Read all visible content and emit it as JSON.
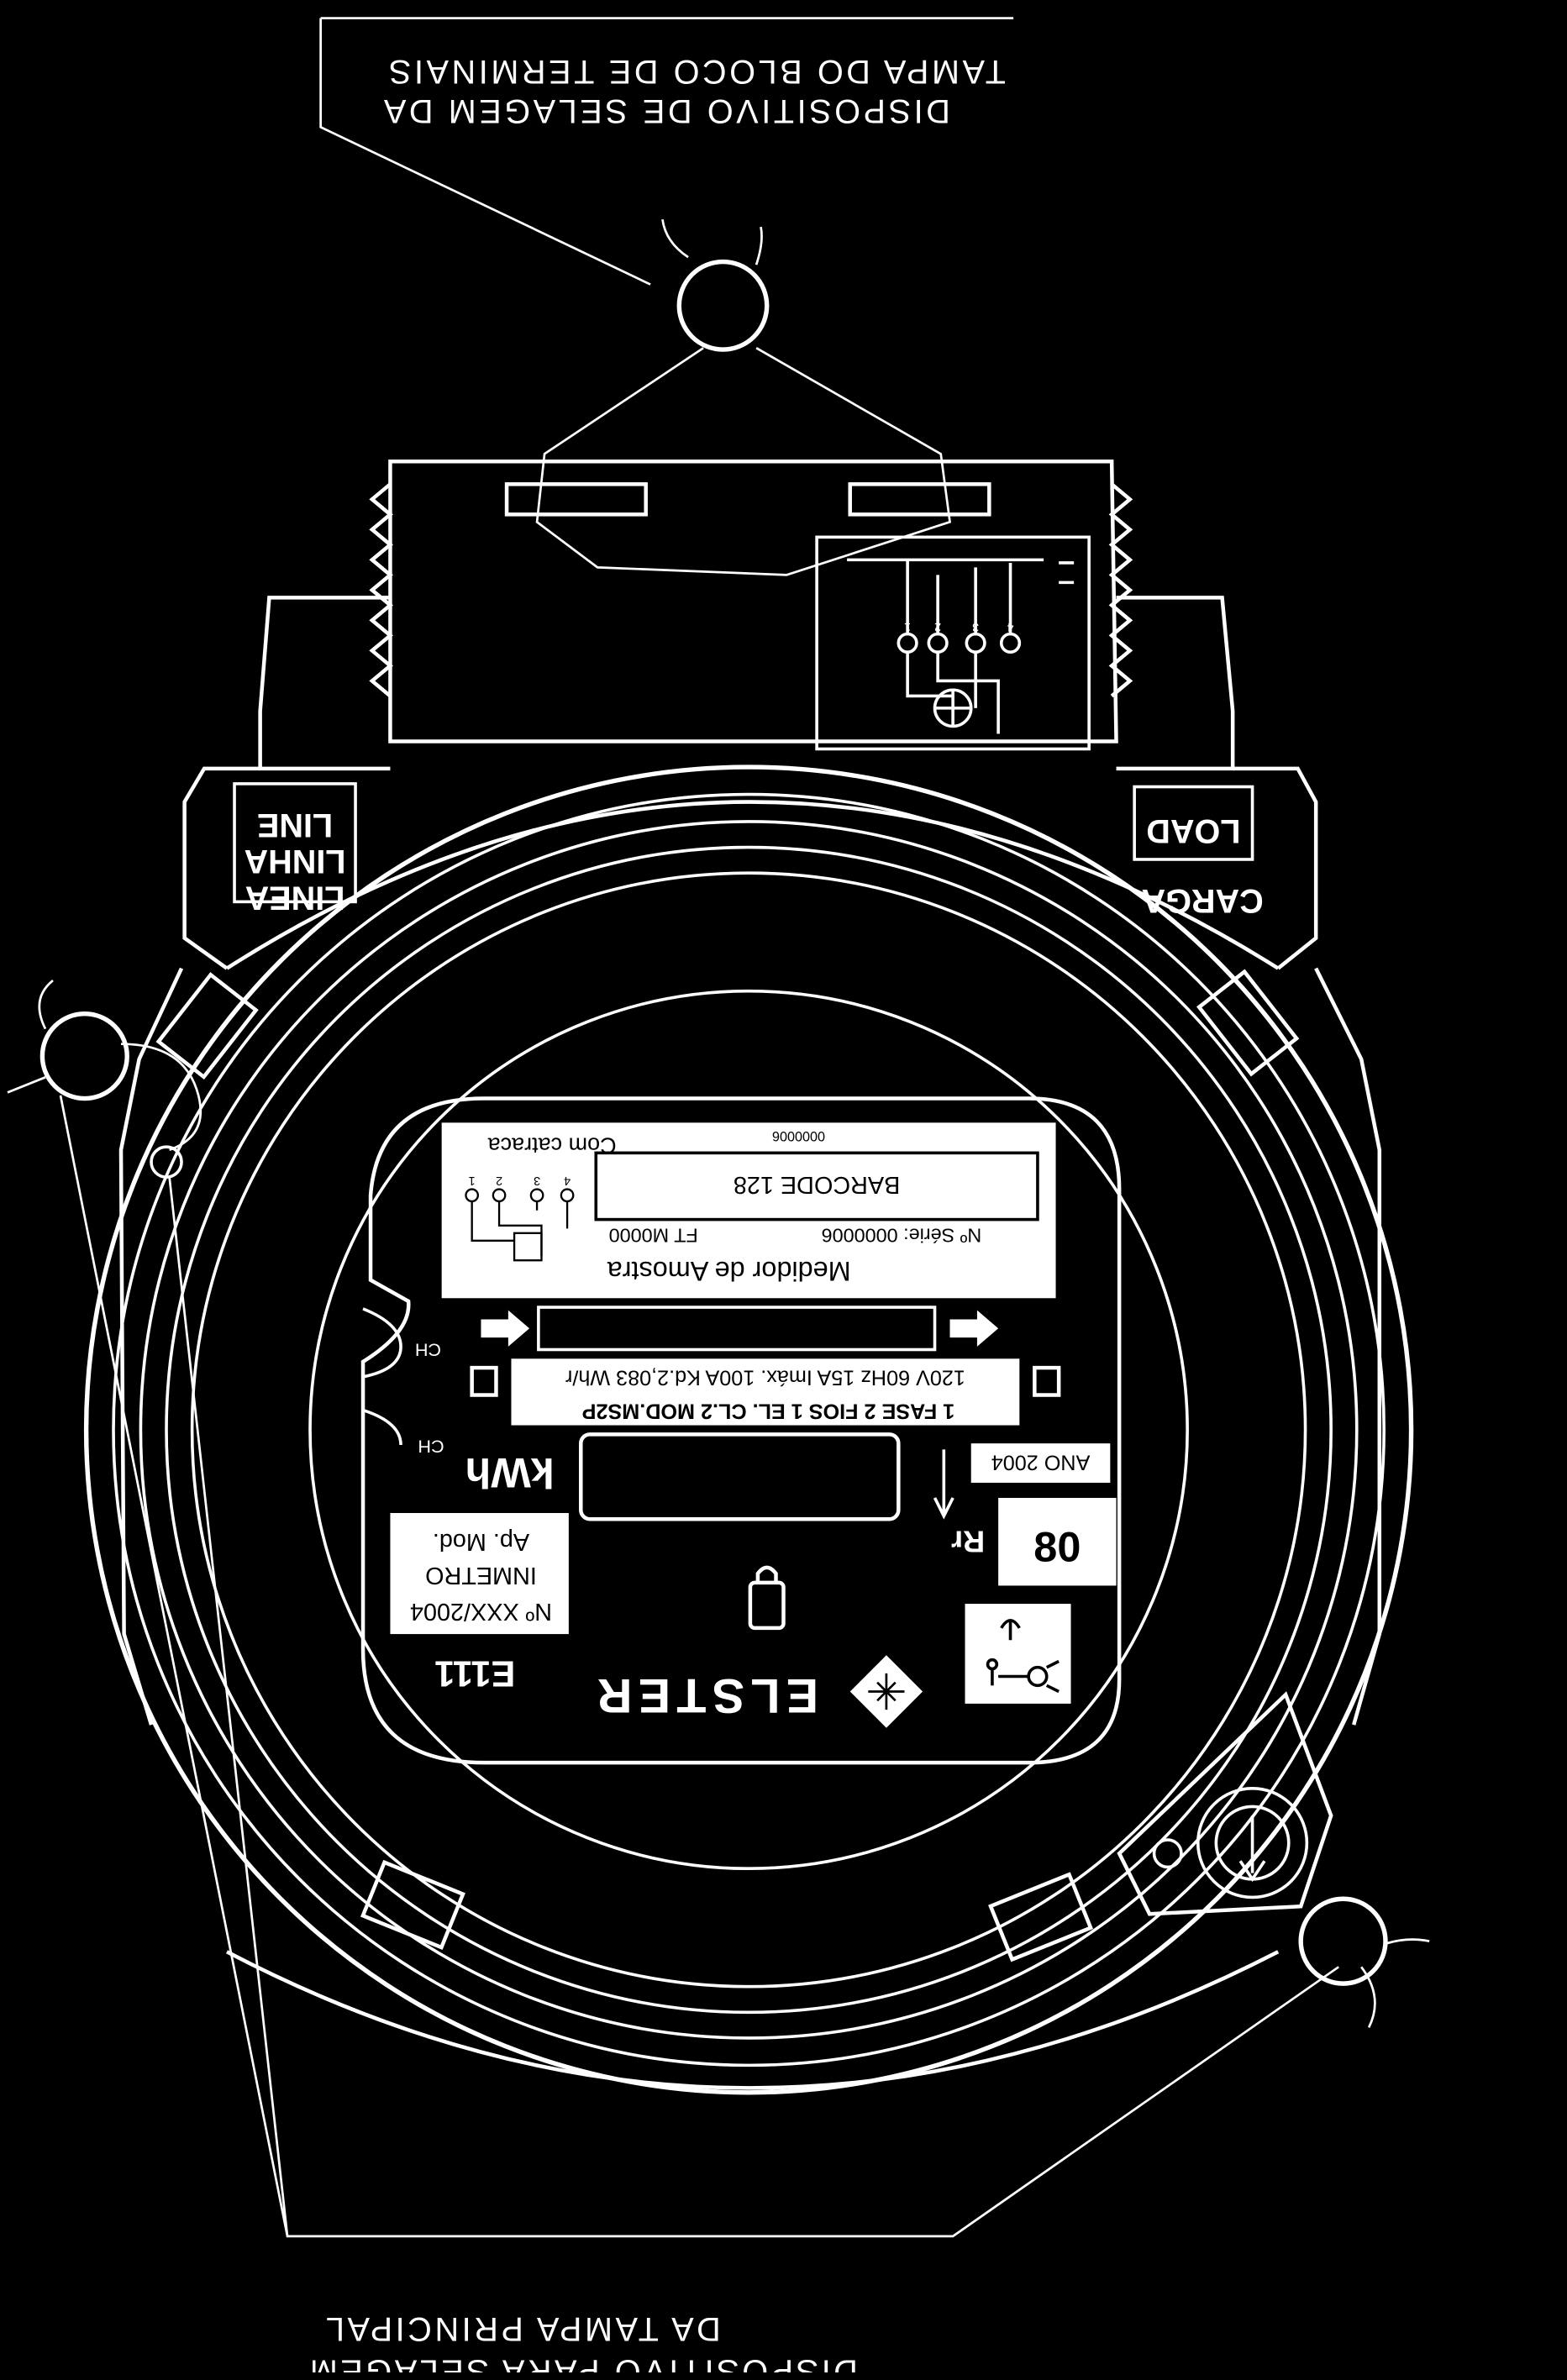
{
  "callouts": {
    "top": {
      "line1": "TAMPA DO BLOCO DE TERMINAIS",
      "line2": "DISPOSITIVO DE SELAGEM DA"
    },
    "bottom": {
      "line1": "DA TAMPA PRINCIPAL",
      "line2": "DISPOSITIVO PARA SELAGEM"
    }
  },
  "terminal_block": {
    "line_label": [
      "LINE",
      "LINHA",
      "LINEA"
    ],
    "load_label": [
      "LOAD",
      "CARGA"
    ],
    "diagram_numbers": [
      "1",
      "2",
      "3",
      "4"
    ]
  },
  "nameplate": {
    "top_left": "Com catraca",
    "serial_small": "0000006",
    "barcode": "BARCODE 128",
    "ft": "FT M0000",
    "serie": "Nº Série: 0000006",
    "title": "Medidor de Amostra",
    "wiring_numbers": [
      "1",
      "2",
      "3",
      "4"
    ],
    "ratings": "120V 60Hz 15A Imáx. 100A  Kd.2,083 Wh/r",
    "phase_line": "1 FASE 2 FIOS 1 EL. CL.2 MOD.MS2P",
    "unit": "kWh",
    "year": "ANO 2004",
    "rr_label": "Rr",
    "rr_value": "80",
    "inmetro": [
      "Ap. Mod.",
      "INMETRO",
      "Nº XXX/2004"
    ],
    "model": "E111",
    "brand": "ELSTER",
    "ch_label": "CH"
  },
  "colors": {
    "background": "#000000",
    "line": "#ffffff",
    "panel": "#ffffff",
    "ink": "#000000"
  }
}
